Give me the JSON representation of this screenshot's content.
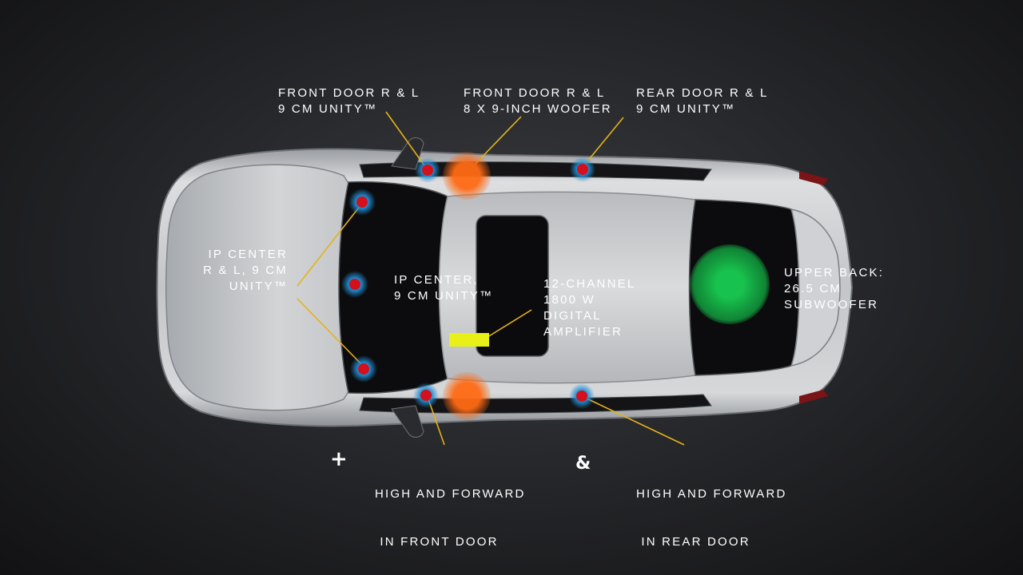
{
  "labels": {
    "front_door_unity": [
      "FRONT DOOR R & L",
      "9 CM UNITY™"
    ],
    "front_door_woofer": [
      "FRONT DOOR R & L",
      "8 X 9-INCH WOOFER"
    ],
    "rear_door_unity": [
      "REAR DOOR R & L",
      "9 CM UNITY™"
    ],
    "ip_center_rl": [
      "IP CENTER",
      "R & L, 9 CM",
      "UNITY™"
    ],
    "ip_center": [
      "IP CENTER,",
      "9 CM UNITY™"
    ],
    "amplifier": [
      "12-CHANNEL",
      "1800 W",
      "DIGITAL",
      "AMPLIFIER"
    ],
    "subwoofer": [
      "UPPER BACK:",
      "26.5 CM",
      "SUBWOOFER"
    ],
    "front_door_high": [
      "HIGH AND FORWARD",
      " IN FRONT DOOR"
    ],
    "rear_door_high": [
      "HIGH AND FORWARD",
      " IN REAR DOOR"
    ]
  },
  "symbols": {
    "plus": "+",
    "ampersand": "&"
  },
  "colors": {
    "leader_line": "#e6b21c",
    "unity_speaker_dot": "#d4101c",
    "unity_speaker_halo": "#1f8fd6",
    "woofer": "#ff6a14",
    "subwoofer": "#17b04a",
    "amplifier": "#e8f018",
    "car_body": "#c8cacd",
    "glass": "#0c0c0e"
  }
}
